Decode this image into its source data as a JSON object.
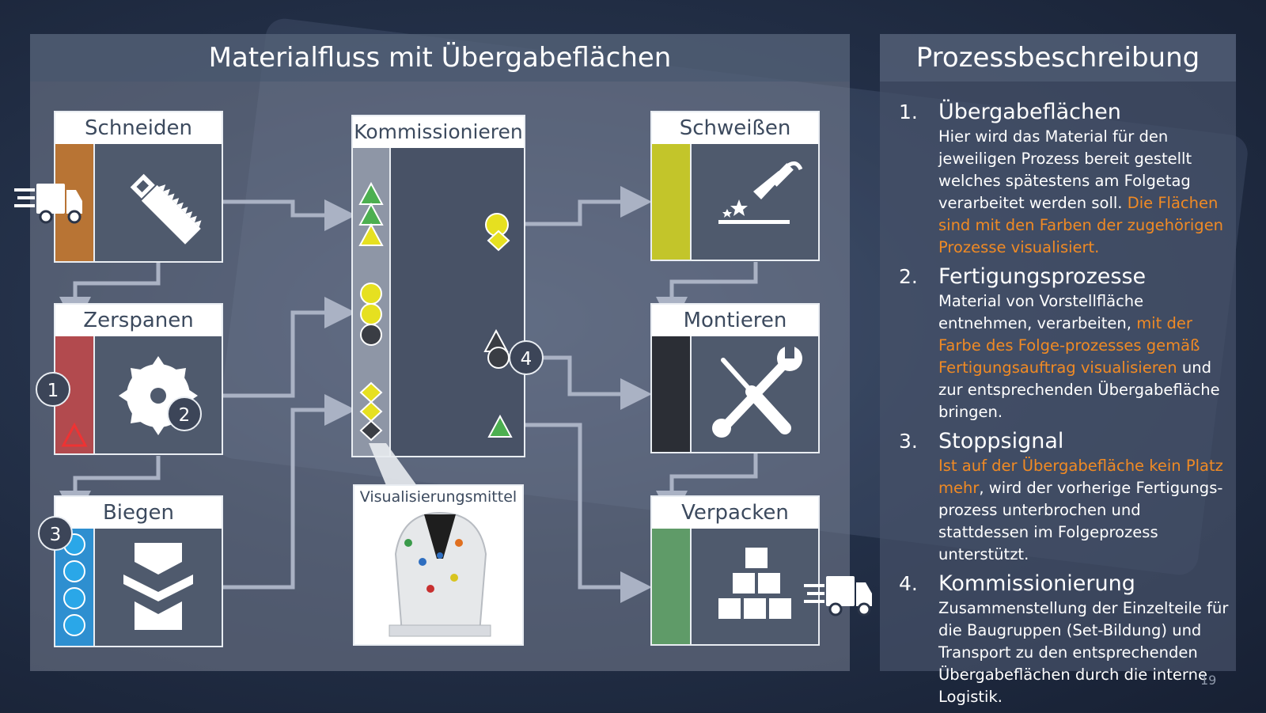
{
  "slide": {
    "number": "19"
  },
  "main": {
    "title": "Materialfluss mit Übergabeflächen"
  },
  "side": {
    "title": "Prozessbeschreibung",
    "steps": [
      {
        "num": "1.",
        "title": "Übergabeflächen",
        "text": "Hier wird das Material für den jeweiligen Prozess bereit gestellt welches spätestens am Folgetag verarbeitet werden soll.",
        "highlight": "Die Flächen sind mit den Farben der zugehörigen Prozesse visualisiert."
      },
      {
        "num": "2.",
        "title": "Fertigungsprozesse",
        "text_a": "Material von Vorstellfläche entnehmen, verarbeiten, ",
        "highlight": "mit der Farbe des Folge-prozesses gemäß Fertigungsauftrag visualisieren",
        "text_b": " und zur entsprechenden Übergabefläche bringen."
      },
      {
        "num": "3.",
        "title": "Stoppsignal",
        "highlight": "Ist auf der Übergabefläche kein Platz mehr",
        "text": ", wird der vorherige Fertigungs-prozess unterbrochen und stattdessen im Folgeprozess unterstützt."
      },
      {
        "num": "4.",
        "title": "Kommissionierung",
        "text": "Zusammenstellung der Einzelteile für die Baugruppen (Set-Bildung) und Transport zu den entsprechenden Übergabeflächen durch die interne Logistik."
      }
    ]
  },
  "processes": {
    "schneiden": {
      "label": "Schneiden",
      "color": "#b87434"
    },
    "zerspanen": {
      "label": "Zerspanen",
      "color": "#b24a4e"
    },
    "biegen": {
      "label": "Biegen",
      "color": "#2e8fd0"
    },
    "kommissionieren": {
      "label": "Kommissionieren"
    },
    "schweissen": {
      "label": "Schweißen",
      "color": "#c3c52a"
    },
    "montieren": {
      "label": "Montieren",
      "color": "#2b2e35"
    },
    "verpacken": {
      "label": "Verpacken",
      "color": "#5f9b68"
    }
  },
  "visualisierung": {
    "label": "Visualisierungsmittel"
  },
  "markers": {
    "m1": "1",
    "m2": "2",
    "m3": "3",
    "m4": "4"
  },
  "colors": {
    "green": "#4caf50",
    "yellow": "#e6e020",
    "dark": "#3a3d44",
    "red": "#d0433f",
    "blue": "#2aa7e8"
  }
}
